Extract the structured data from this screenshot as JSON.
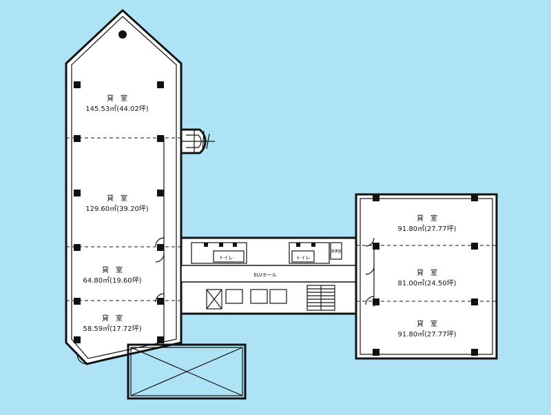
{
  "rooms": [
    {
      "name": "貸　室",
      "area": "145.53㎡(44.02坪)"
    },
    {
      "name": "貸　室",
      "area": "129.60㎡(39.20坪)"
    },
    {
      "name": "貸　室",
      "area": "64.80㎡(19.60坪)"
    },
    {
      "name": "貸　室",
      "area": "58.59㎡(17.72坪)"
    },
    {
      "name": "貸　室",
      "area": "91.80㎡(27.77坪)"
    },
    {
      "name": "貸　室",
      "area": "81.00㎡(24.50坪)"
    },
    {
      "name": "貸　室",
      "area": "91.80㎡(27.77坪)"
    }
  ],
  "core": {
    "elv_hall": "ELVホール",
    "toilet_left": "トイレ",
    "toilet_right": "トイレ",
    "storage": "湯沸室"
  },
  "colors": {
    "background": "#aee3f5",
    "wall": "#111111",
    "room_fill": "#ffffff"
  }
}
